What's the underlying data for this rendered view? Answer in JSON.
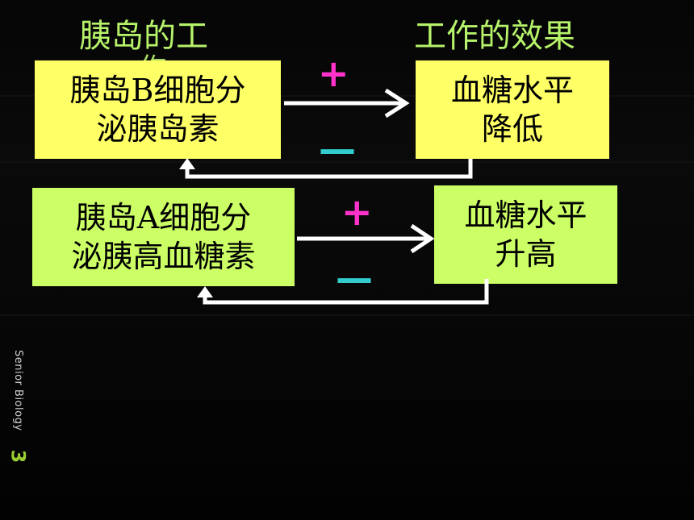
{
  "headings": {
    "left_line1": "胰岛的工",
    "left_line2": "作",
    "right": "工作的效果"
  },
  "rows": [
    {
      "source": [
        "胰岛B细胞分",
        "泌胰岛素"
      ],
      "effect": [
        "血糖水平",
        "降低"
      ],
      "plus": "+",
      "minus": "—"
    },
    {
      "source": [
        "胰岛A细胞分",
        "泌胰高血糖素"
      ],
      "effect": [
        "血糖水平",
        "升高"
      ],
      "plus": "+",
      "minus": "—"
    }
  ],
  "branding": {
    "text": "Senior Biology",
    "number": "3"
  },
  "colors": {
    "heading": "#b6f26a",
    "box_yellow": "#ffff66",
    "box_green": "#ccff66",
    "plus": "#ff33cc",
    "minus": "#33cccc",
    "arrow": "#ffffff"
  }
}
